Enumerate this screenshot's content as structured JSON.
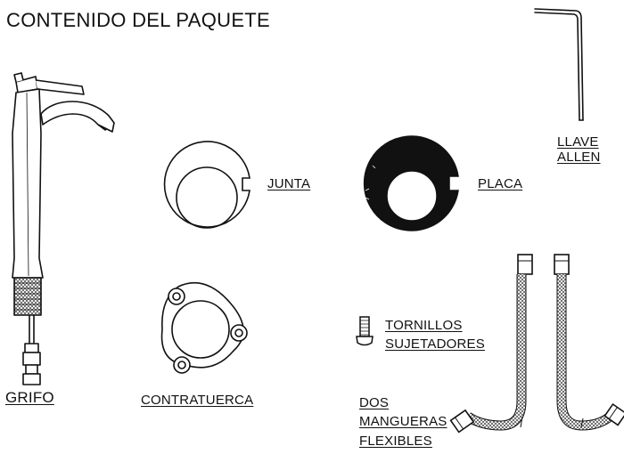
{
  "title": "CONTENIDO DEL PAQUETE",
  "parts": {
    "faucet": "GRIFO",
    "locknut": "CONTRATUERCA",
    "gasket": "JUNTA",
    "plate": "PLACA",
    "allen_line1": "LLAVE",
    "allen_line2": "ALLEN",
    "screws_line1": "TORNILLOS",
    "screws_line2": "SUJETADORES",
    "hoses_line1": "DOS",
    "hoses_line2": "MANGUERAS",
    "hoses_line3": "FLEXIBLES"
  },
  "icons": [
    "faucet-icon",
    "allen-key-icon",
    "gasket-icon",
    "plate-icon",
    "locknut-icon",
    "screw-icon",
    "hose-icon"
  ]
}
